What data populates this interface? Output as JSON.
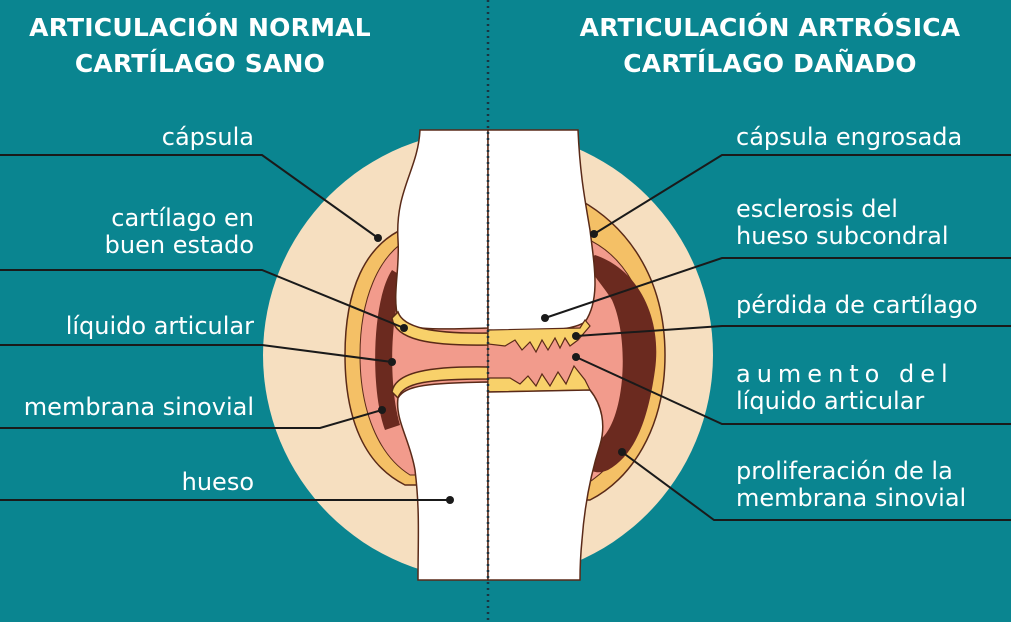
{
  "headings": {
    "left": {
      "line1": "ARTICULACIÓN NORMAL",
      "line2": "CARTÍLAGO SANO"
    },
    "right": {
      "line1": "ARTICULACIÓN ARTRÓSICA",
      "line2": "CARTÍLAGO DAÑADO"
    }
  },
  "labels_left": {
    "capsula": "cápsula",
    "cartilago_line1": "cartílago en",
    "cartilago_line2": "buen estado",
    "liquido": "líquido articular",
    "membrana": "membrana sinovial",
    "hueso": "hueso"
  },
  "labels_right": {
    "capsula": "cápsula engrosada",
    "esclerosis_line1": "esclerosis del",
    "esclerosis_line2": "hueso subcondral",
    "perdida": "pérdida de cartílago",
    "aumento_line1": "aumento del",
    "aumento_line2": "líquido articular",
    "proliferacion_line1": "proliferación de la",
    "proliferacion_line2": "membrana sinovial"
  },
  "colors": {
    "background": "#0a8590",
    "circle": "#f6dfc0",
    "bone": "#ffffff",
    "cartilage": "#f8d16a",
    "synovial_fluid": "#f29b8c",
    "synovial_membrane": "#6b2a1f",
    "capsule": "#f4c066"
  }
}
